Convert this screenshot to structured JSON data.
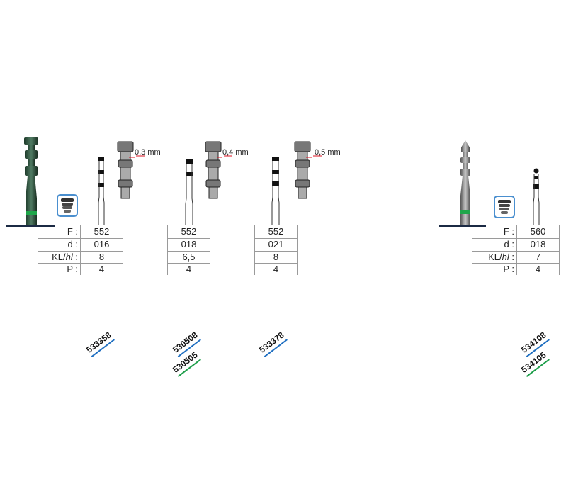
{
  "labels": {
    "F": "F :",
    "d": "d :",
    "KL_main": "KL/",
    "KL_italic": "hl",
    "KL_colon": " :",
    "P": "P :"
  },
  "columns": [
    {
      "F": "552",
      "d": "016",
      "KL": "8",
      "P": "4",
      "step": "0,3 mm",
      "codes": [
        "533358"
      ]
    },
    {
      "F": "552",
      "d": "018",
      "KL": "6,5",
      "P": "4",
      "step": "0,4 mm",
      "codes": [
        "530508",
        "530505"
      ]
    },
    {
      "F": "552",
      "d": "021",
      "KL": "8",
      "P": "4",
      "step": "0,5 mm",
      "codes": [
        "533378"
      ]
    },
    {
      "F": "560",
      "d": "018",
      "KL": "7",
      "P": "4",
      "step": "",
      "codes": [
        "534108",
        "534105"
      ]
    }
  ],
  "colors": {
    "blue_line": "#1f6fc1",
    "green_line": "#1e9e4a",
    "icon_border": "#4a8fcf",
    "bur_green": "#1fa64a"
  },
  "icons": [
    "stepped-bur-icon",
    "stepped-bur-icon"
  ]
}
